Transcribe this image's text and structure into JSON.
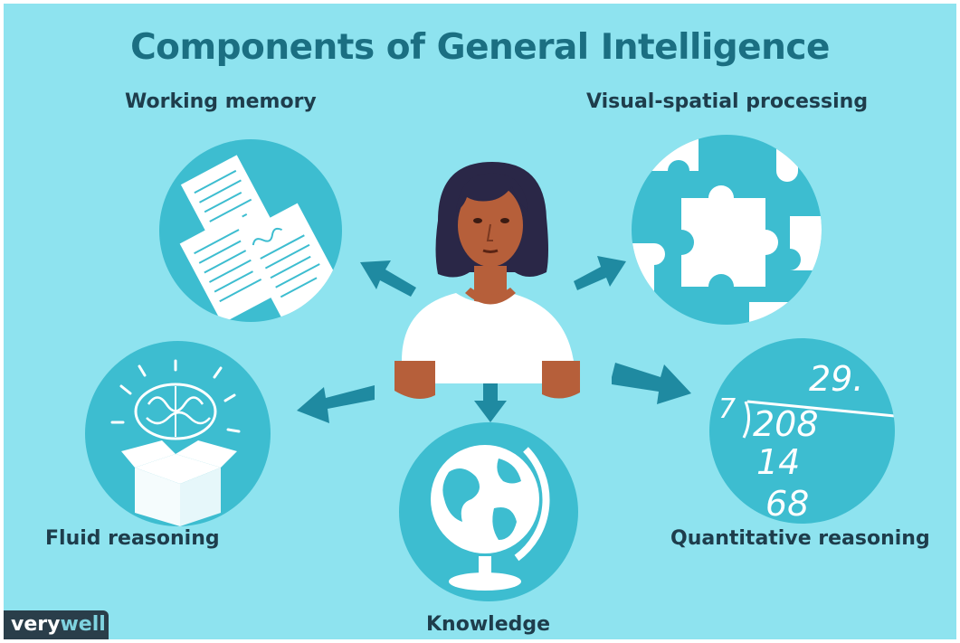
{
  "title": "Components of General Intelligence",
  "components": {
    "working_memory": "Working memory",
    "visual_spatial": "Visual-spatial processing",
    "fluid_reasoning": "Fluid reasoning",
    "knowledge": "Knowledge",
    "quantitative_reasoning": "Quantitative reasoning"
  },
  "math_digits": {
    "divisor": "7",
    "quotient": "29.",
    "dividend": "208",
    "line2": "14",
    "line3": "68"
  },
  "brand": {
    "part1": "very",
    "part2": "well"
  },
  "colors": {
    "background": "#8ee3ef",
    "circle": "#3dbdd0",
    "arrow": "#1f8aa1",
    "title": "#1b6f82",
    "label": "#1e3d4c"
  }
}
